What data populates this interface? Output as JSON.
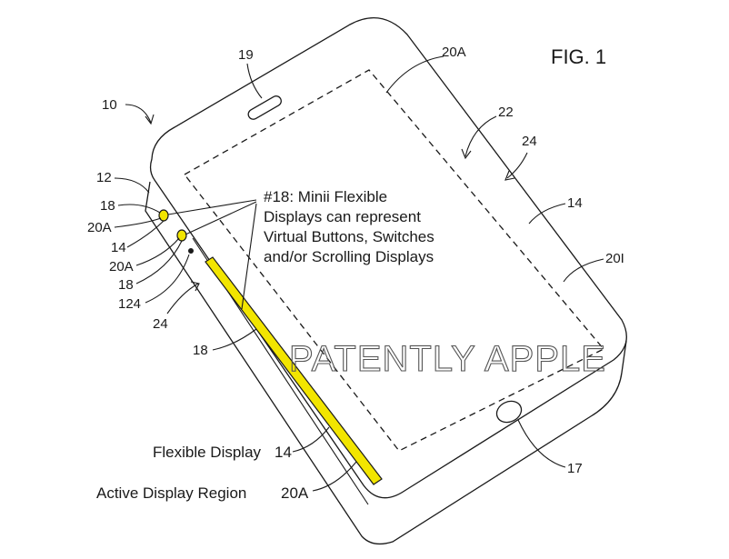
{
  "figure": {
    "title": "FIG. 1",
    "watermark": "PATENTLY APPLE"
  },
  "colors": {
    "accent_yellow": "#f2e500",
    "line": "#1a1a1a",
    "background": "#ffffff"
  },
  "annotation": {
    "lines": [
      "#18: Minii Flexible",
      "Displays can represent",
      "Virtual Buttons, Switches",
      "and/or Scrolling Displays"
    ]
  },
  "captions": {
    "flexible_display": "Flexible Display",
    "flexible_display_ref": "14",
    "active_display_region": "Active Display Region",
    "active_display_region_ref": "20A"
  },
  "refs": {
    "r19": "19",
    "r20A_top": "20A",
    "r10": "10",
    "r22": "22",
    "r24_right": "24",
    "r12": "12",
    "r18_a": "18",
    "r20A_left1": "20A",
    "r14_left": "14",
    "r20A_left2": "20A",
    "r18_b": "18",
    "r124": "124",
    "r24_left": "24",
    "r14_right": "14",
    "r20I": "20I",
    "r18_c": "18",
    "r17": "17"
  }
}
